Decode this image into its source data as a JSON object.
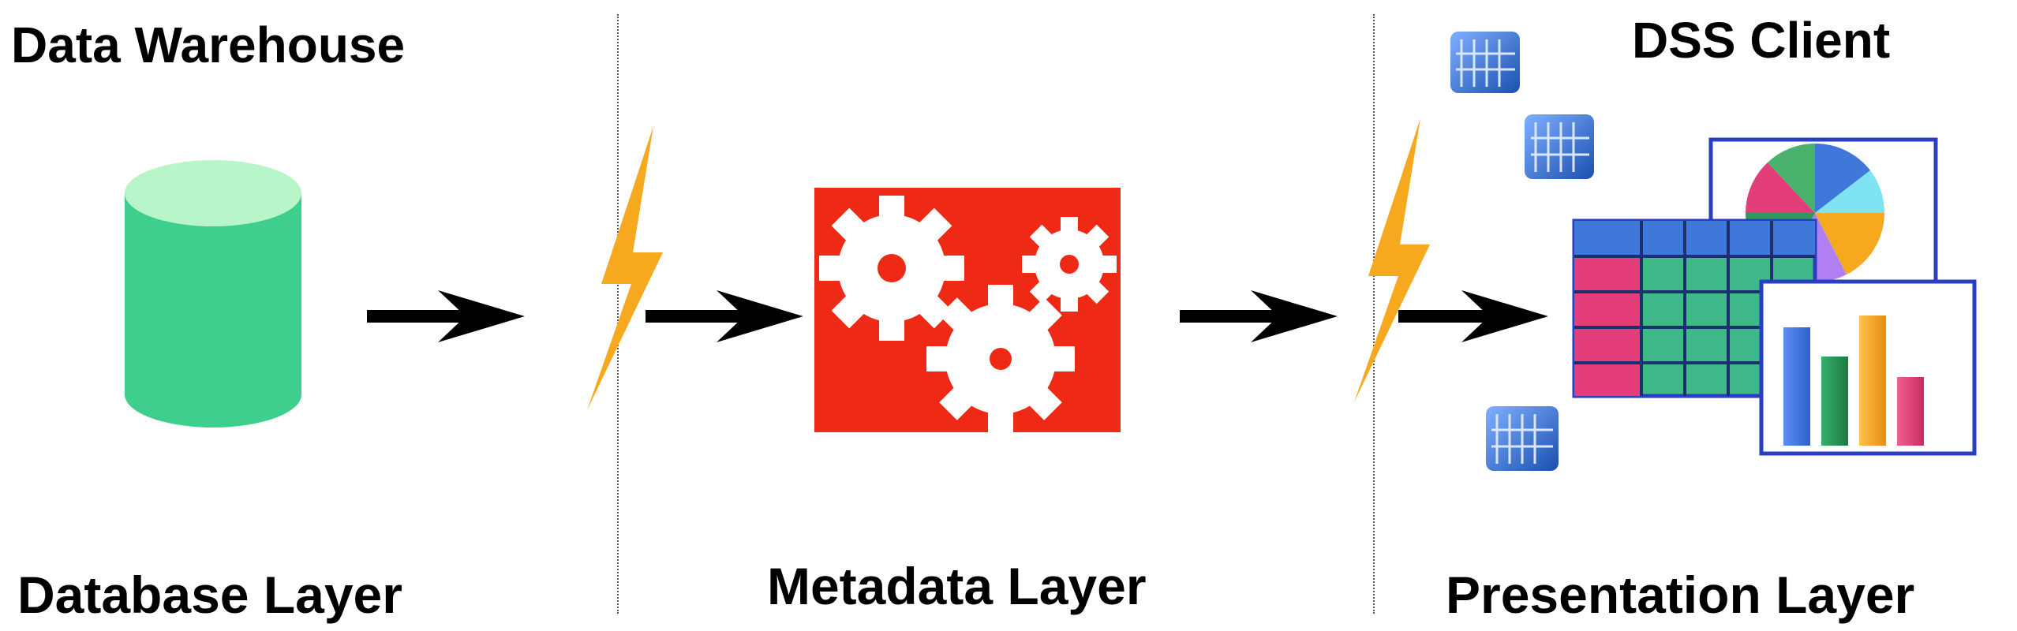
{
  "labels": {
    "data_warehouse": "Data Warehouse",
    "dss_client": "DSS Client",
    "database_layer": "Database Layer",
    "metadata_layer": "Metadata Layer",
    "presentation_layer": "Presentation Layer"
  },
  "icons": {
    "database": "database-cylinder-icon",
    "metadata": "gears-icon",
    "connection": "lightning-bolt-icon",
    "flow": "arrow-right-icon",
    "data_cube": "data-cube-icon",
    "report_table": "spreadsheet-icon",
    "pie_chart": "pie-chart-icon",
    "bar_chart": "bar-chart-icon"
  },
  "colors": {
    "database": "#3ecf8e",
    "database_top": "#b8f5c8",
    "metadata_box": "#ee2a16",
    "gear": "#ffffff",
    "bolt": "#f6a81e",
    "arrow": "#000000",
    "frame": "#2a3fc0",
    "cube": "#3f78d8"
  }
}
